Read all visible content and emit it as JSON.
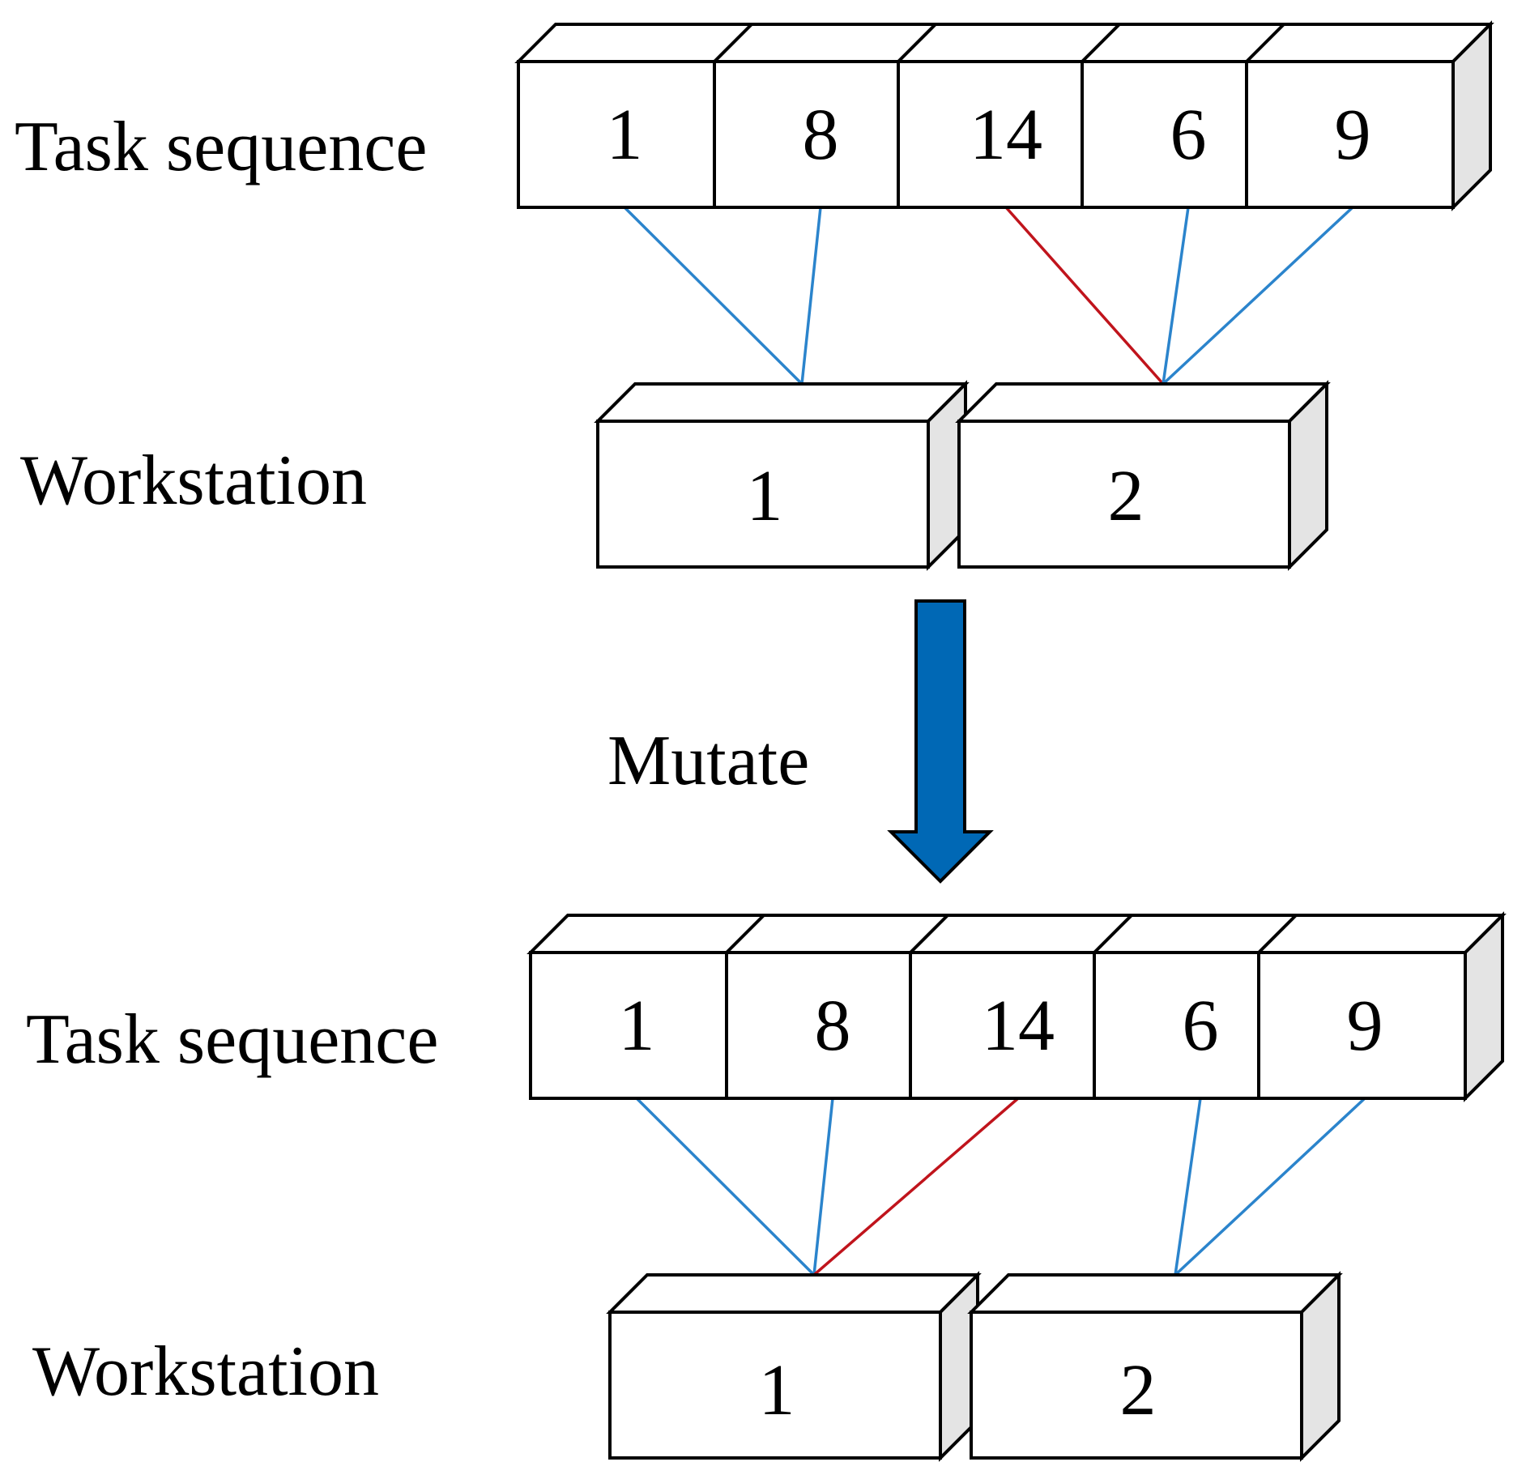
{
  "colors": {
    "line_default": "#2b84cc",
    "line_mutated": "#c0141c",
    "arrow_fill": "#0068b5",
    "box_side": "#e4e4e4"
  },
  "before": {
    "task_label": "Task sequence",
    "workstation_label": "Workstation",
    "tasks": [
      "1",
      "8",
      "14",
      "6",
      "9"
    ],
    "workstations": [
      "1",
      "2"
    ],
    "assignment": [
      1,
      1,
      2,
      2,
      2
    ],
    "mutated_task_index": 2
  },
  "mutation": {
    "label": "Mutate"
  },
  "after": {
    "task_label": "Task sequence",
    "workstation_label": "Workstation",
    "tasks": [
      "1",
      "8",
      "14",
      "6",
      "9"
    ],
    "workstations": [
      "1",
      "2"
    ],
    "assignment": [
      1,
      1,
      1,
      2,
      2
    ],
    "mutated_task_index": 2
  }
}
